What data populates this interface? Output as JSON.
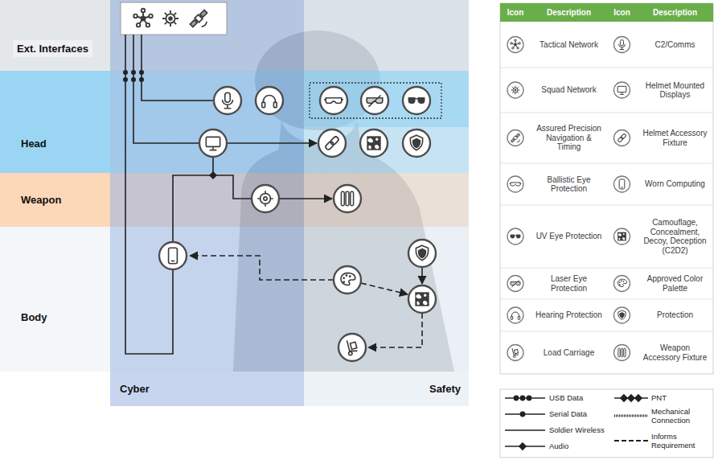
{
  "diagram": {
    "nodes": [
      {
        "text": [
          "Ext. Interfaces"
        ]
      },
      {
        "text": [
          "Head"
        ]
      },
      {
        "text": [
          "Weapon"
        ]
      },
      {
        "text": [
          "Body"
        ]
      },
      {
        "text": [
          "Cyber"
        ]
      },
      {
        "text": [
          "Safety"
        ]
      }
    ],
    "labels": [
      "Icon",
      "Description",
      "Icon",
      "Description",
      "Tactical Network",
      "C2/Comms",
      "Squad Network",
      "Helmet Mounted Displays",
      "Assured Precision Navigation & Timing",
      "Helmet Accessory Fixture",
      "Ballistic Eye Protection",
      "Worn Computing",
      "UV Eye Protection",
      "Camouflage, Concealment, Decoy, Deception (C2D2)",
      "Laser Eye Protection",
      "Approved Color Palette",
      "Hearing Protection",
      "Protection",
      "Load Carriage",
      "Weapon Accessory Fixture"
    ],
    "legend": [
      {
        "text": "USB Data"
      },
      {
        "text": "PNT"
      },
      {
        "text": "Serial Data"
      },
      {
        "text": "Mechanical Connection"
      },
      {
        "text": "Soldier Wireless"
      },
      {
        "text": "Informs Requirement"
      },
      {
        "text": "Audio"
      }
    ]
  }
}
